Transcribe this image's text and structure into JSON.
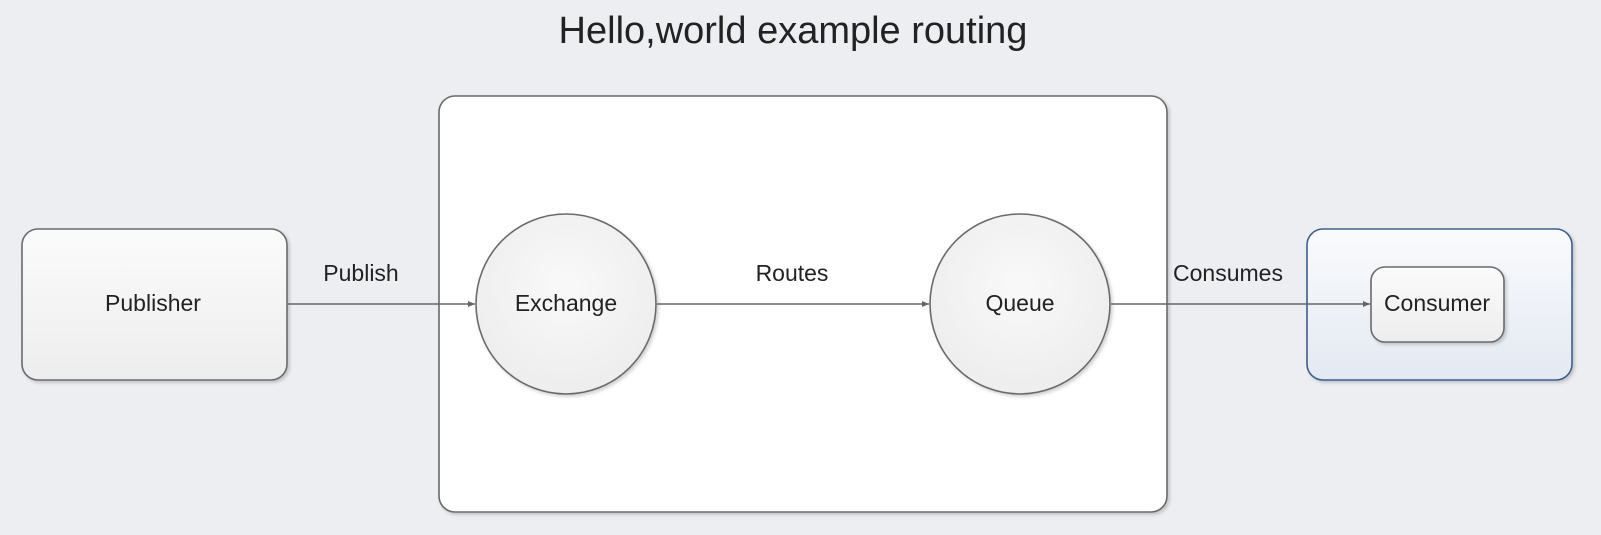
{
  "title": "Hello,world example routing",
  "nodes": {
    "publisher": "Publisher",
    "exchange": "Exchange",
    "queue": "Queue",
    "consumer": "Consumer"
  },
  "edges": {
    "publish": "Publish",
    "routes": "Routes",
    "consumes": "Consumes"
  },
  "colors": {
    "background": "#eceef1",
    "consumer_border": "#3a5f8f"
  }
}
